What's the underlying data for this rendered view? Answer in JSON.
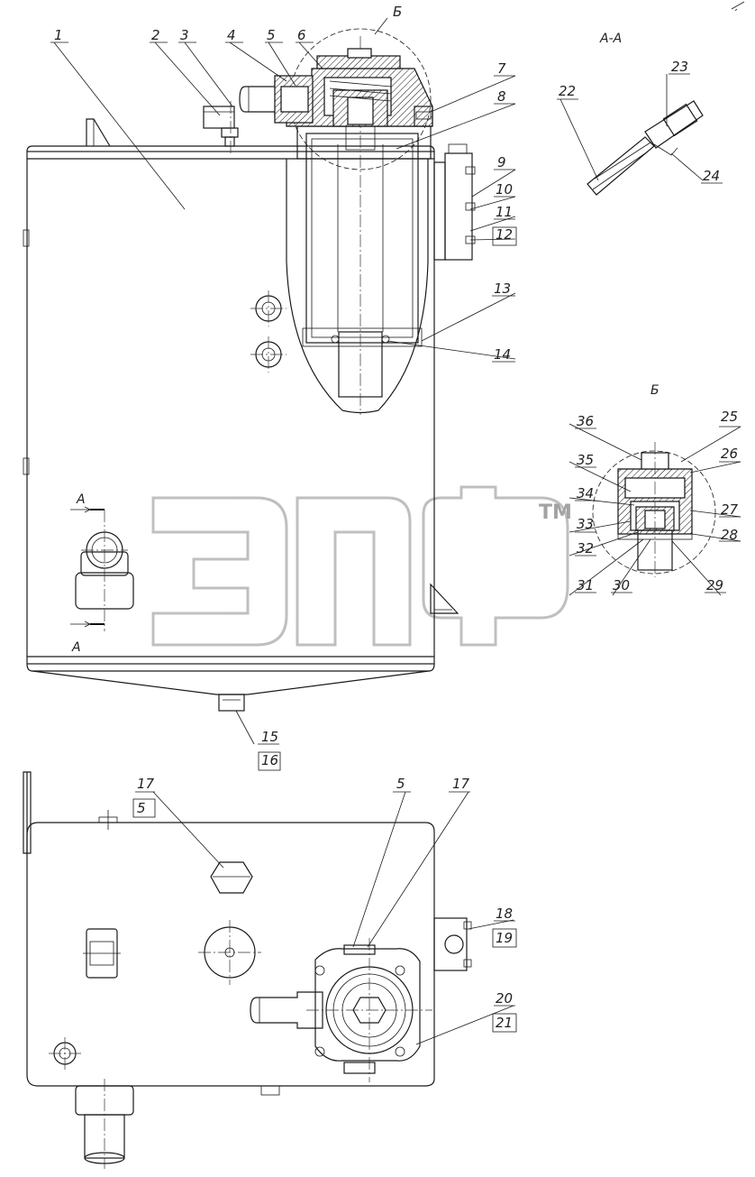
{
  "views": {
    "section_aa": "А-А",
    "detail_b": "Б",
    "detail_marker": "Б",
    "cut_label": "А"
  },
  "watermark": {
    "text": "ЭПФ",
    "tm": "TM"
  },
  "callouts": [
    "1",
    "2",
    "3",
    "4",
    "5",
    "6",
    "7",
    "8",
    "9",
    "10",
    "11",
    "12",
    "13",
    "14",
    "15",
    "16",
    "17",
    "18",
    "19",
    "20",
    "21",
    "22",
    "23",
    "24",
    "25",
    "26",
    "27",
    "28",
    "29",
    "30",
    "31",
    "32",
    "33",
    "34",
    "35",
    "36"
  ],
  "callouts_boxed": [
    "12",
    "16",
    "19",
    "21"
  ],
  "plan_callouts": {
    "a": "17",
    "b": "5",
    "c": "5",
    "d": "17"
  },
  "colors": {
    "line": "#1a1a1a",
    "watermark": "#b9b9b9",
    "background": "#ffffff"
  }
}
